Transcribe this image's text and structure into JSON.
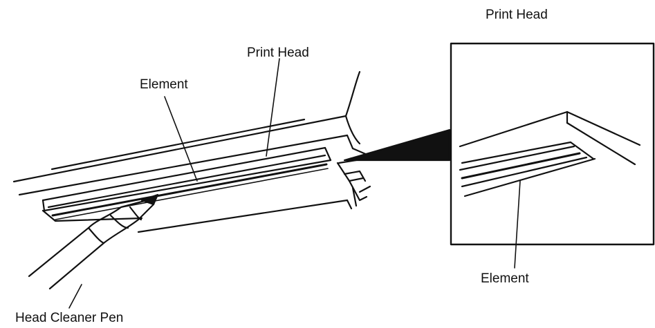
{
  "labels": {
    "print_head_main": "Print Head",
    "element_main": "Element",
    "head_cleaner_pen": "Head Cleaner Pen",
    "print_head_zoom": "Print Head",
    "element_zoom": "Element"
  },
  "colors": {
    "ink": "#111111",
    "background": "#ffffff"
  }
}
